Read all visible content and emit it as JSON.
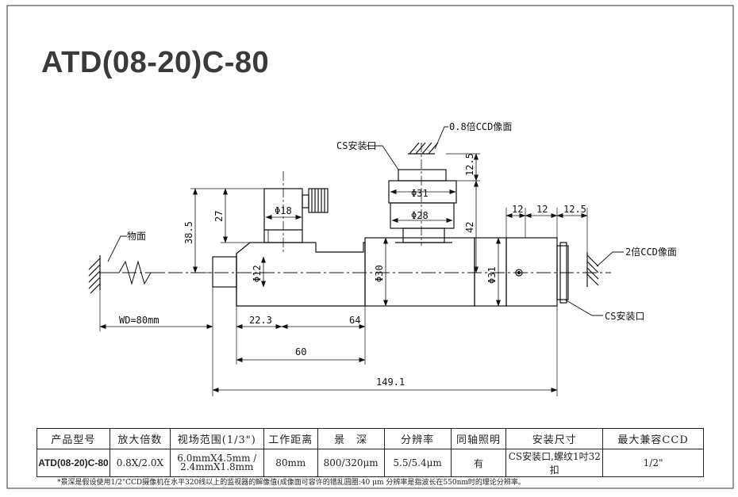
{
  "title": "ATD(08-20)C-80",
  "labels": {
    "object_plane": "物面",
    "cs_mount_top": "CS安装口",
    "ccd_08": "0.8倍CCD像面",
    "ccd_2": "2倍CCD像面",
    "cs_mount_right": "CS安装口"
  },
  "dimensions": {
    "d125_top": "12.5",
    "d31": "Φ31",
    "d28": "Φ28",
    "d42": "42",
    "d18": "Φ18",
    "d27": "27",
    "d385": "38.5",
    "d12": "Φ12",
    "d30": "Φ30",
    "d31b": "Φ31",
    "d12a": "12",
    "d12b": "12",
    "d125": "12.5",
    "wd": "WD=80mm",
    "d223": "22.3",
    "d64": "64",
    "d60": "60",
    "d1491": "149.1"
  },
  "table": {
    "headers": [
      "产品型号",
      "放大倍数",
      "视场范围(1/3\")",
      "工作距离",
      "景　深",
      "分辨率",
      "同轴照明",
      "安装尺寸",
      "最大兼容CCD"
    ],
    "row": {
      "model": "ATD(08-20)C-80",
      "magnification": "0.8X/2.0X",
      "fov_line1": "6.0mmX4.5mm /",
      "fov_line2": "2.4mmX1.8mm",
      "working_distance": "80mm",
      "dof": "800/320μm",
      "resolution": "5.5/5.4μm",
      "coaxial": "有",
      "mount": "CS安装口,螺纹1吋32扣",
      "max_ccd": "1/2\""
    }
  },
  "footnote": "*景深是假设使用1/2\"CCD摄像机在水平320线以上的监视器的解像值(成像面可容许的错乱圆圈:40 μm 分辨率是指波长在550nm时的理论分辨率。"
}
